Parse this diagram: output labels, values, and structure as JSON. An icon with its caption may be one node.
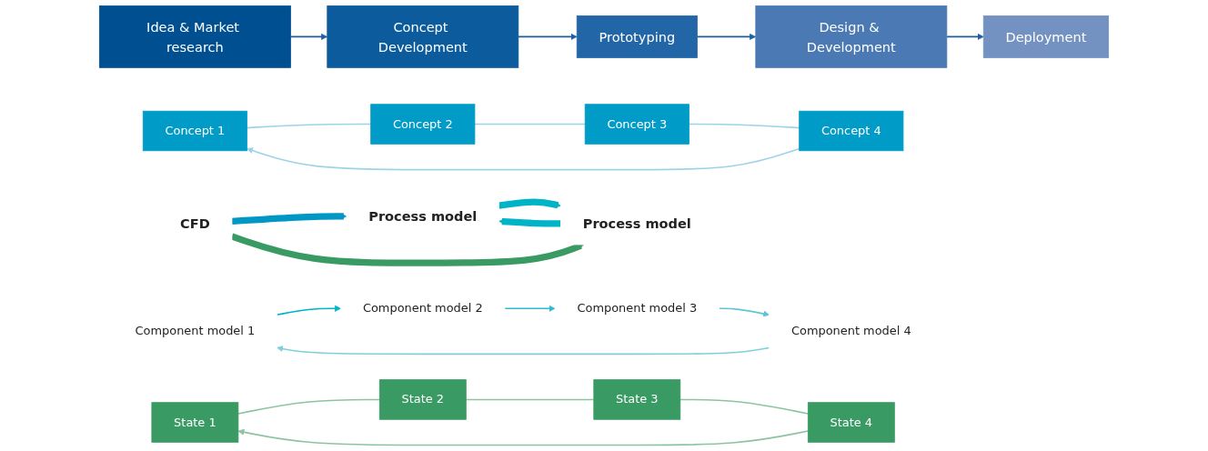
{
  "diagram": {
    "nodes": [
      {
        "text": [
          "Idea & Market research"
        ]
      },
      {
        "text": [
          "Concept Development"
        ]
      },
      {
        "text": [
          "Prototyping"
        ]
      },
      {
        "text": [
          "Design & Development"
        ]
      },
      {
        "text": [
          "Deployment"
        ]
      },
      {
        "text": [
          "Process model"
        ]
      },
      {
        "text": [
          "Concept 1"
        ]
      },
      {
        "text": [
          "Concept 2"
        ]
      },
      {
        "text": [
          "Concept 3"
        ]
      },
      {
        "text": [
          "Concept 4"
        ]
      },
      {
        "text": [
          "CFD"
        ]
      },
      {
        "text": [
          "Component model 1"
        ]
      },
      {
        "text": [
          "Component model 2"
        ]
      },
      {
        "text": [
          "Component model 3"
        ]
      },
      {
        "text": [
          "Component model 4"
        ]
      },
      {
        "text": [
          "Process model"
        ]
      },
      {
        "text": [
          "State 1"
        ]
      },
      {
        "text": [
          "State 2"
        ]
      },
      {
        "text": [
          "State 3"
        ]
      },
      {
        "text": [
          "State 4"
        ]
      }
    ],
    "edges": [
      {
        "from": 0,
        "to": 1,
        "arrow": "to"
      },
      {
        "from": 1,
        "to": 2,
        "arrow": "to"
      },
      {
        "from": 2,
        "to": 3,
        "arrow": "to"
      },
      {
        "from": 3,
        "to": 4,
        "arrow": "to"
      },
      {
        "from": 6,
        "to": 7,
        "arrow": "none",
        "color": "#9dd3e6"
      },
      {
        "from": 7,
        "to": 8,
        "arrow": "none",
        "color": "#9dd3e6"
      },
      {
        "from": 8,
        "to": 9,
        "arrow": "none",
        "color": "#9dd3e6"
      },
      {
        "from": 9,
        "to": 6,
        "arrow": "to",
        "color": "#9dd3e6"
      },
      {
        "from": 5,
        "to": 15,
        "arrow": "to",
        "style": "thick",
        "color": "#00b4c8"
      },
      {
        "from": 14,
        "to": 11,
        "arrow": "to",
        "color": "#7fd0dc"
      },
      {
        "from": 11,
        "to": 12,
        "arrow": "to",
        "color": "#00b4c8"
      },
      {
        "from": 12,
        "to": 13,
        "arrow": "to",
        "color": "#2cbdcf"
      },
      {
        "from": 13,
        "to": 14,
        "arrow": "to",
        "color": "#5cc5d6"
      },
      {
        "from": 10,
        "to": 5,
        "arrow": "to",
        "style": "thick",
        "color": "#0097c4"
      },
      {
        "from": 10,
        "to": 15,
        "arrow": "to",
        "style": "thick",
        "color": "#3a9a63"
      },
      {
        "from": 16,
        "to": 17,
        "arrow": "none",
        "color": "#8dc4a0"
      },
      {
        "from": 17,
        "to": 18,
        "arrow": "none",
        "color": "#8dc4a0"
      },
      {
        "from": 18,
        "to": 19,
        "arrow": "none",
        "color": "#8dc4a0"
      },
      {
        "from": 19,
        "to": 16,
        "arrow": "to",
        "color": "#8dc4a0"
      },
      {
        "from": 15,
        "to": 5,
        "arrow": "to",
        "style": "thick",
        "color": "#00b4c8"
      }
    ]
  }
}
